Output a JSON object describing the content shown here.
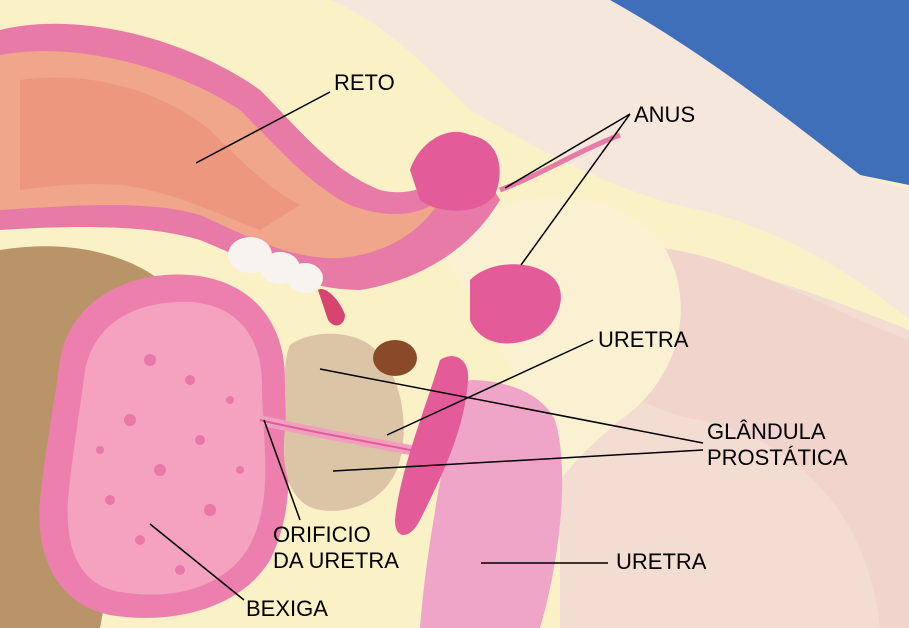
{
  "labels": {
    "reto": "RETO",
    "anus": "ANUS",
    "uretra_top": "URETRA",
    "glandula_line1": "GLÂNDULA",
    "glandula_line2": "PROSTÁTICA",
    "orificio_line1": "ORIFICIO",
    "orificio_line2": "DA URETRA",
    "uretra_bottom": "URETRA",
    "bexiga": "BEXIGA"
  },
  "colors": {
    "sky": "#3f6fb8",
    "skin": "#f6e7dd",
    "fat": "#fbf1c6",
    "rectum_wall": "#e77aa6",
    "rectum_lumen": "#f0a68a",
    "bladder_wall": "#ec7fae",
    "bladder_inner": "#f4a2bf",
    "prostate": "#dcc4a6",
    "urethra": "#f0a0bf",
    "muscle": "#e35b98",
    "bone": "#f7f3ef",
    "dark_tissue": "#b89468"
  }
}
